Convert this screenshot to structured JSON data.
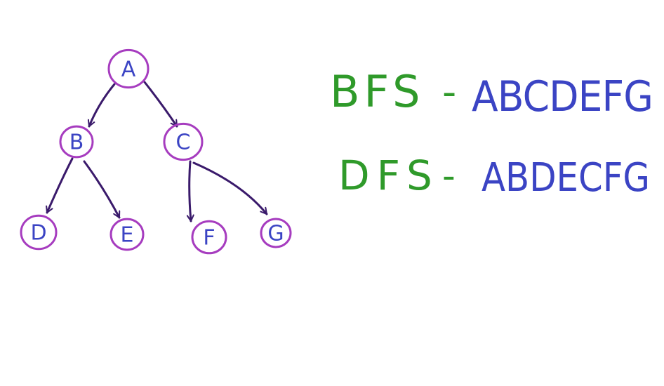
{
  "colors": {
    "node_ring": "#a63cbf",
    "node_label": "#3b44c4",
    "edge": "#3a1a6b",
    "algo_name": "#2f9a2a",
    "sequence": "#3b44c4"
  },
  "tree": {
    "nodes": [
      {
        "id": "A",
        "label": "A"
      },
      {
        "id": "B",
        "label": "B"
      },
      {
        "id": "C",
        "label": "C"
      },
      {
        "id": "D",
        "label": "D"
      },
      {
        "id": "E",
        "label": "E"
      },
      {
        "id": "F",
        "label": "F"
      },
      {
        "id": "G",
        "label": "G"
      }
    ],
    "edges": [
      {
        "from": "A",
        "to": "B"
      },
      {
        "from": "A",
        "to": "C"
      },
      {
        "from": "B",
        "to": "D"
      },
      {
        "from": "B",
        "to": "E"
      },
      {
        "from": "C",
        "to": "F"
      },
      {
        "from": "C",
        "to": "G"
      }
    ]
  },
  "traversals": [
    {
      "name": "BFS",
      "separator": "-",
      "sequence": "ABCDEFG"
    },
    {
      "name": "DFS",
      "separator": "-",
      "sequence": "ABDECFG"
    }
  ]
}
